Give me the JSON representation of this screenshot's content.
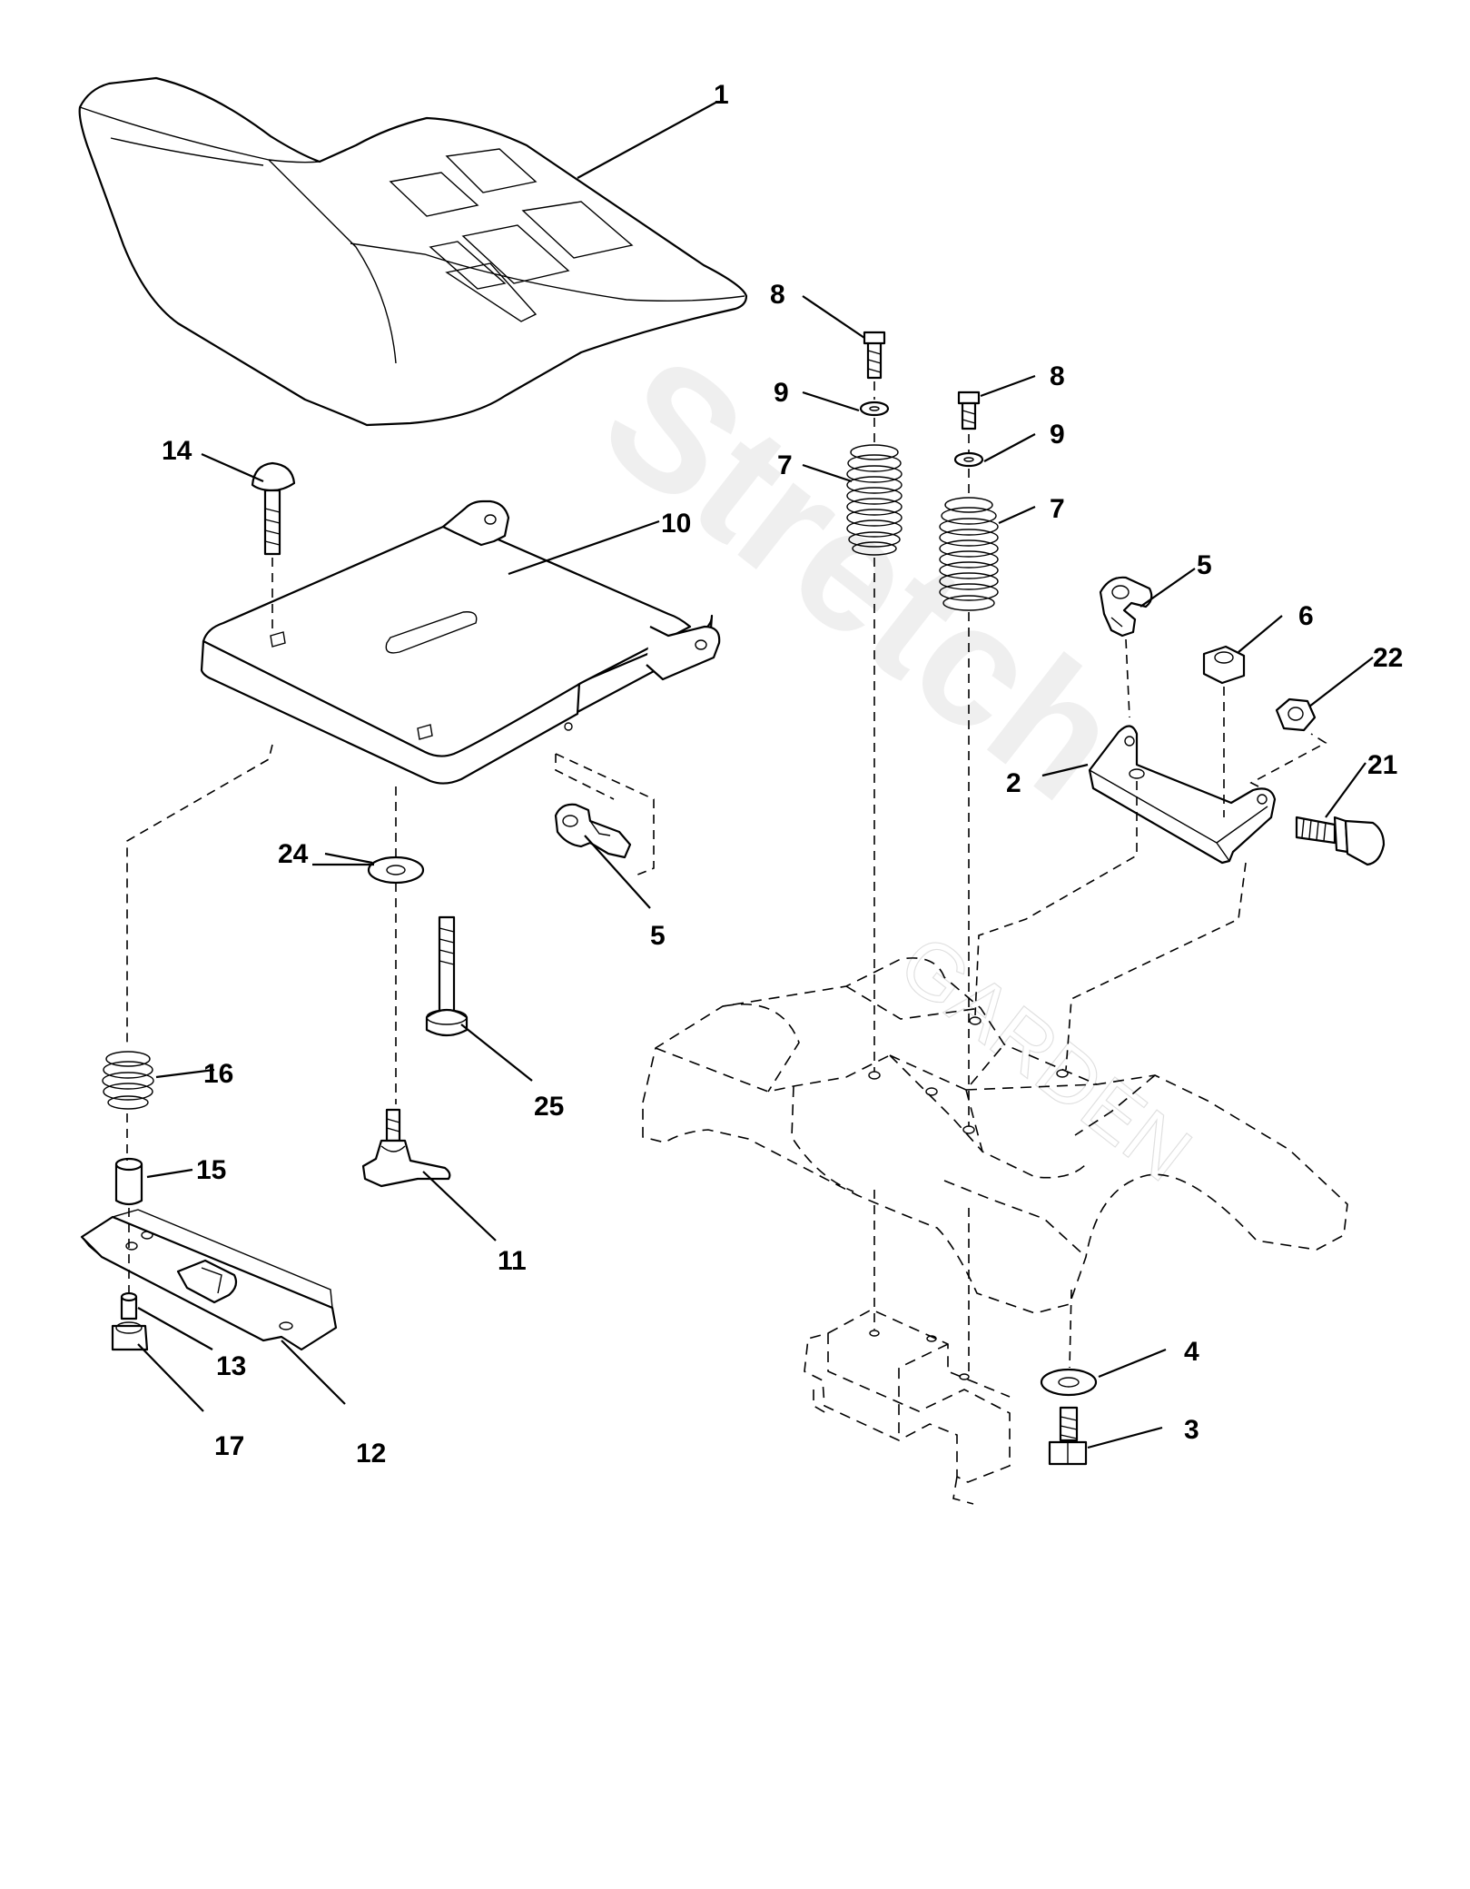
{
  "watermark": {
    "brand": "Stretch",
    "sub": "GARDEN"
  },
  "callouts": {
    "p1": "1",
    "p2": "2",
    "p3": "3",
    "p4": "4",
    "p5a": "5",
    "p5b": "5",
    "p6": "6",
    "p7a": "7",
    "p7b": "7",
    "p8a": "8",
    "p8b": "8",
    "p9a": "9",
    "p9b": "9",
    "p10": "10",
    "p11": "11",
    "p12": "12",
    "p13": "13",
    "p14": "14",
    "p15": "15",
    "p16": "16",
    "p17": "17",
    "p21": "21",
    "p22": "22",
    "p24": "24",
    "p25": "25"
  }
}
